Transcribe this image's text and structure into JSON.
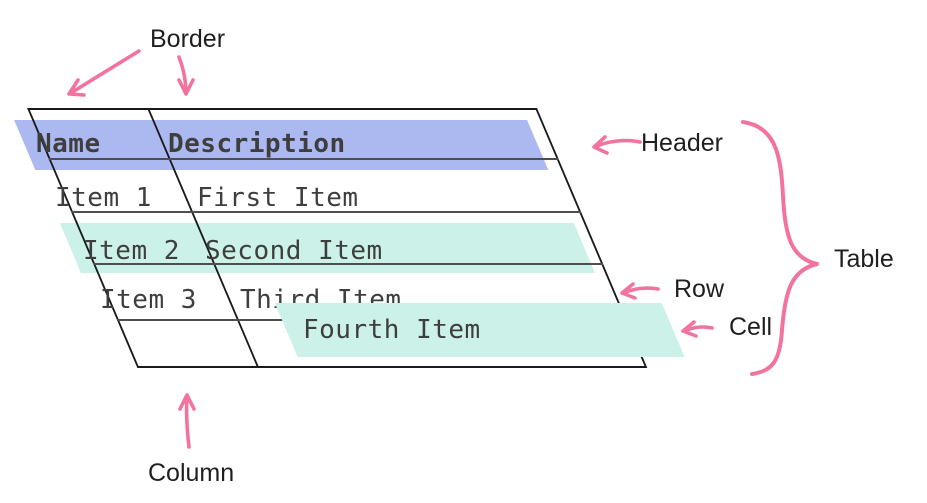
{
  "table": {
    "columns": [
      "Name",
      "Description"
    ],
    "rows": [
      {
        "name": "Item 1",
        "description": "First Item"
      },
      {
        "name": "Item 2",
        "description": "Second Item"
      },
      {
        "name": "Item 3",
        "description": "Third Item"
      },
      {
        "name": "",
        "description": "Fourth Item"
      }
    ]
  },
  "labels": {
    "border": "Border",
    "header": "Header",
    "table": "Table",
    "row": "Row",
    "cell": "Cell",
    "column": "Column"
  },
  "colors": {
    "header_highlight": "#acb8f0",
    "row_highlight": "#cbf1e8",
    "cell_highlight": "#cbf1e8",
    "annotation_arrow": "#f2749e",
    "table_text": "#3e3e3e",
    "label_text": "#1f1f1f",
    "outer_border": "#1a1a1a",
    "inner_line": "#4e4e4e"
  }
}
